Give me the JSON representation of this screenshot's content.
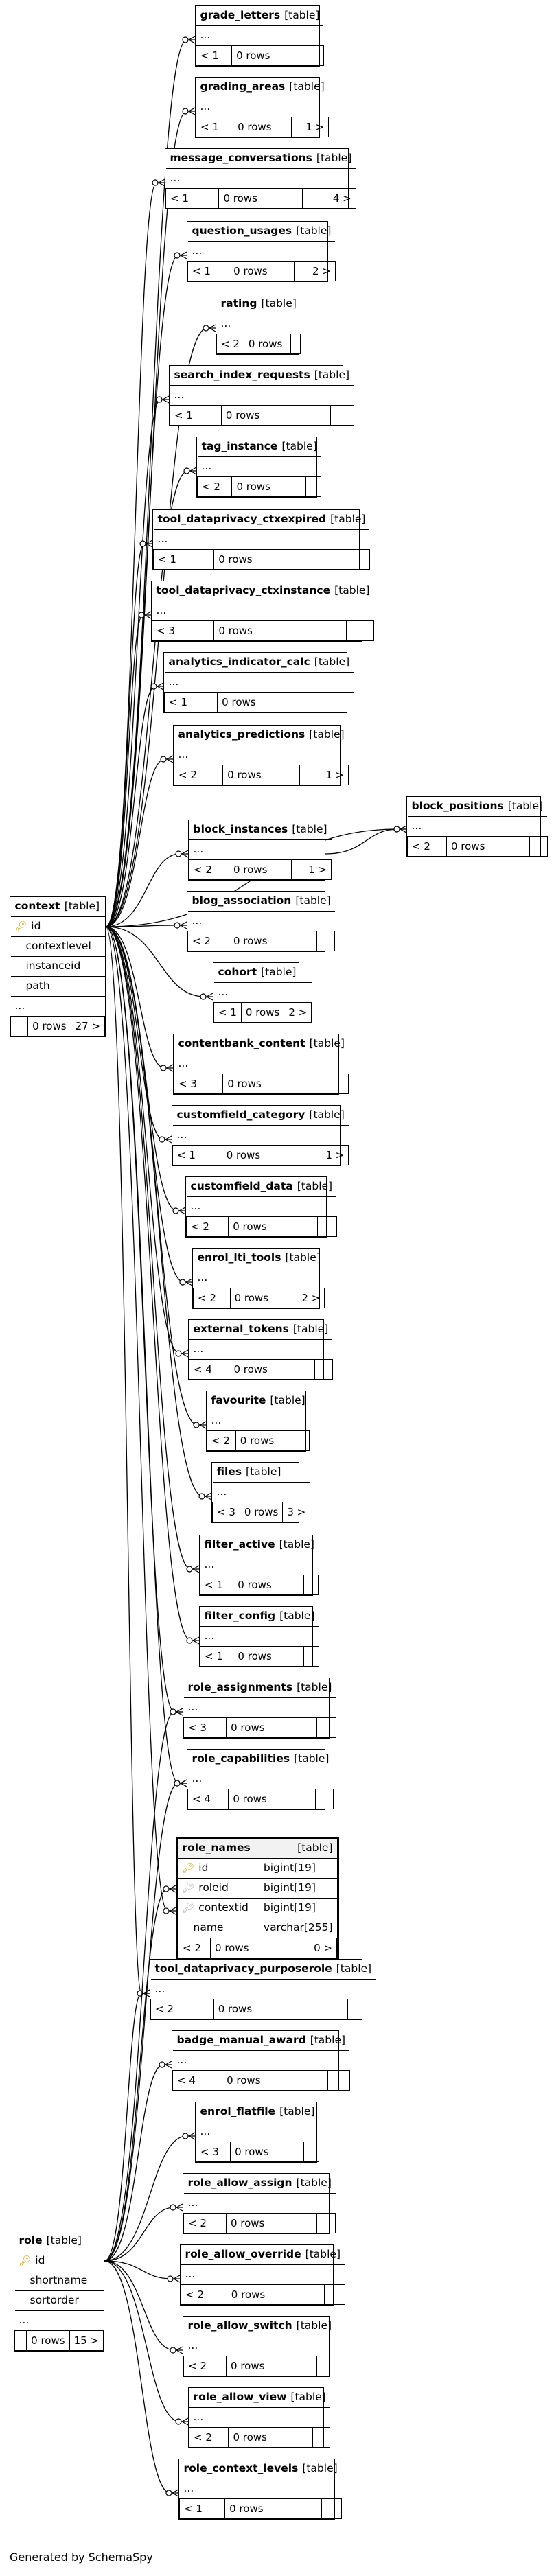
{
  "footer": "Generated by SchemaSpy",
  "table_word": "[table]",
  "tables": [
    {
      "id": "grade_letters",
      "name": "grade_letters",
      "parents": "< 1",
      "rows": "0 rows",
      "children": ""
    },
    {
      "id": "grading_areas",
      "name": "grading_areas",
      "parents": "< 1",
      "rows": "0 rows",
      "children": "1 >"
    },
    {
      "id": "message_conversations",
      "name": "message_conversations",
      "parents": "< 1",
      "rows": "0 rows",
      "children": "4 >"
    },
    {
      "id": "question_usages",
      "name": "question_usages",
      "parents": "< 1",
      "rows": "0 rows",
      "children": "2 >"
    },
    {
      "id": "rating",
      "name": "rating",
      "parents": "< 2",
      "rows": "0 rows",
      "children": ""
    },
    {
      "id": "search_index_requests",
      "name": "search_index_requests",
      "parents": "< 1",
      "rows": "0 rows",
      "children": ""
    },
    {
      "id": "tag_instance",
      "name": "tag_instance",
      "parents": "< 2",
      "rows": "0 rows",
      "children": ""
    },
    {
      "id": "tool_dataprivacy_ctxexpired",
      "name": "tool_dataprivacy_ctxexpired",
      "parents": "< 1",
      "rows": "0 rows",
      "children": ""
    },
    {
      "id": "tool_dataprivacy_ctxinstance",
      "name": "tool_dataprivacy_ctxinstance",
      "parents": "< 3",
      "rows": "0 rows",
      "children": ""
    },
    {
      "id": "analytics_indicator_calc",
      "name": "analytics_indicator_calc",
      "parents": "< 1",
      "rows": "0 rows",
      "children": ""
    },
    {
      "id": "analytics_predictions",
      "name": "analytics_predictions",
      "parents": "< 2",
      "rows": "0 rows",
      "children": "1 >"
    },
    {
      "id": "block_positions",
      "name": "block_positions",
      "parents": "< 2",
      "rows": "0 rows",
      "children": ""
    },
    {
      "id": "block_instances",
      "name": "block_instances",
      "parents": "< 2",
      "rows": "0 rows",
      "children": "1 >"
    },
    {
      "id": "blog_association",
      "name": "blog_association",
      "parents": "< 2",
      "rows": "0 rows",
      "children": ""
    },
    {
      "id": "cohort",
      "name": "cohort",
      "parents": "< 1",
      "rows": "0 rows",
      "children": "2 >"
    },
    {
      "id": "contentbank_content",
      "name": "contentbank_content",
      "parents": "< 3",
      "rows": "0 rows",
      "children": ""
    },
    {
      "id": "customfield_category",
      "name": "customfield_category",
      "parents": "< 1",
      "rows": "0 rows",
      "children": "1 >"
    },
    {
      "id": "customfield_data",
      "name": "customfield_data",
      "parents": "< 2",
      "rows": "0 rows",
      "children": ""
    },
    {
      "id": "enrol_lti_tools",
      "name": "enrol_lti_tools",
      "parents": "< 2",
      "rows": "0 rows",
      "children": "2 >"
    },
    {
      "id": "external_tokens",
      "name": "external_tokens",
      "parents": "< 4",
      "rows": "0 rows",
      "children": ""
    },
    {
      "id": "favourite",
      "name": "favourite",
      "parents": "< 2",
      "rows": "0 rows",
      "children": ""
    },
    {
      "id": "files",
      "name": "files",
      "parents": "< 3",
      "rows": "0 rows",
      "children": "3 >"
    },
    {
      "id": "filter_active",
      "name": "filter_active",
      "parents": "< 1",
      "rows": "0 rows",
      "children": ""
    },
    {
      "id": "filter_config",
      "name": "filter_config",
      "parents": "< 1",
      "rows": "0 rows",
      "children": ""
    },
    {
      "id": "role_assignments",
      "name": "role_assignments",
      "parents": "< 3",
      "rows": "0 rows",
      "children": ""
    },
    {
      "id": "role_capabilities",
      "name": "role_capabilities",
      "parents": "< 4",
      "rows": "0 rows",
      "children": ""
    },
    {
      "id": "tool_dataprivacy_purposerole",
      "name": "tool_dataprivacy_purposerole",
      "parents": "< 2",
      "rows": "0 rows",
      "children": ""
    },
    {
      "id": "badge_manual_award",
      "name": "badge_manual_award",
      "parents": "< 4",
      "rows": "0 rows",
      "children": ""
    },
    {
      "id": "enrol_flatfile",
      "name": "enrol_flatfile",
      "parents": "< 3",
      "rows": "0 rows",
      "children": ""
    },
    {
      "id": "role_allow_assign",
      "name": "role_allow_assign",
      "parents": "< 2",
      "rows": "0 rows",
      "children": ""
    },
    {
      "id": "role_allow_override",
      "name": "role_allow_override",
      "parents": "< 2",
      "rows": "0 rows",
      "children": ""
    },
    {
      "id": "role_allow_switch",
      "name": "role_allow_switch",
      "parents": "< 2",
      "rows": "0 rows",
      "children": ""
    },
    {
      "id": "role_allow_view",
      "name": "role_allow_view",
      "parents": "< 2",
      "rows": "0 rows",
      "children": ""
    },
    {
      "id": "role_context_levels",
      "name": "role_context_levels",
      "parents": "< 1",
      "rows": "0 rows",
      "children": ""
    }
  ],
  "ellipsis": "...",
  "context": {
    "name": "context",
    "columns": [
      "id",
      "contextlevel",
      "instanceid",
      "path"
    ],
    "parents": "",
    "rows": "0 rows",
    "children": "27 >"
  },
  "role": {
    "name": "role",
    "columns": [
      "id",
      "shortname",
      "sortorder"
    ],
    "parents": "",
    "rows": "0 rows",
    "children": "15 >"
  },
  "role_names": {
    "name": "role_names",
    "columns": [
      {
        "name": "id",
        "type": "bigint[19]",
        "icon": "primary-key-icon"
      },
      {
        "name": "roleid",
        "type": "bigint[19]",
        "icon": "foreign-key-icon"
      },
      {
        "name": "contextid",
        "type": "bigint[19]",
        "icon": "foreign-key-icon"
      },
      {
        "name": "name",
        "type": "varchar[255]",
        "icon": ""
      }
    ],
    "parents": "< 2",
    "rows": "0 rows",
    "children": "0 >"
  }
}
